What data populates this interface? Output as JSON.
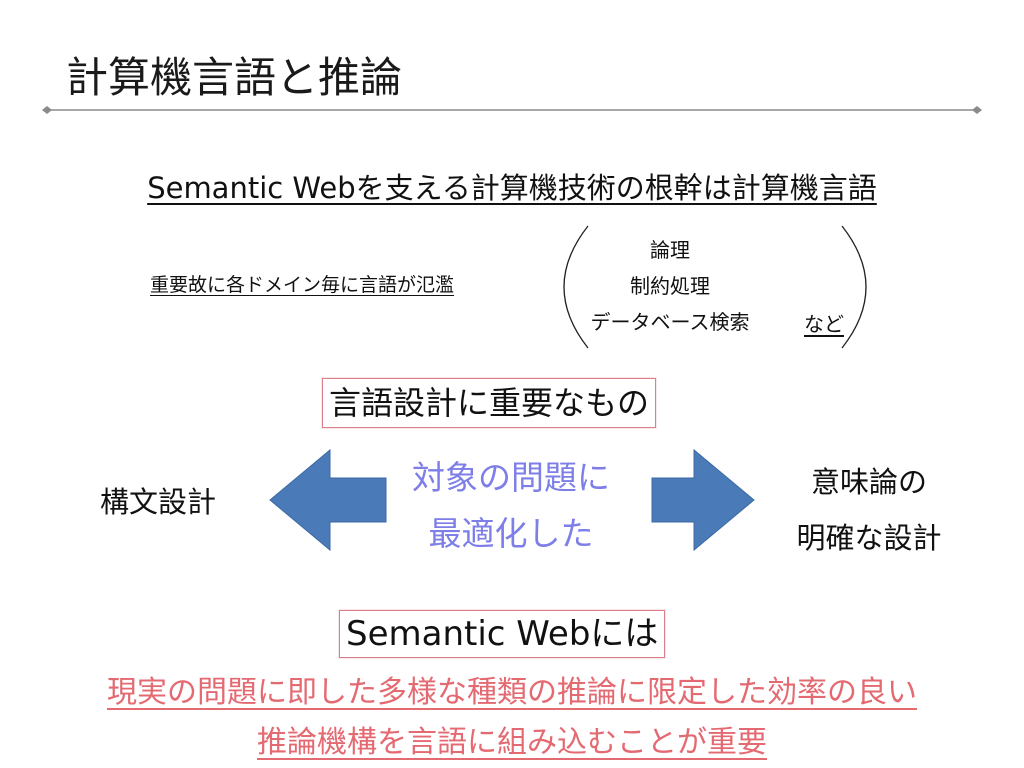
{
  "slide": {
    "title": "計算機言語と推論",
    "lead": "Semantic Webを支える計算機技術の根幹は計算機言語",
    "reason": "重要故に各ドメイン毎に言語が氾濫",
    "examples": [
      "論理",
      "制約処理",
      "データベース検索"
    ],
    "examples_suffix": "など",
    "key_heading": "言語設計に重要なもの",
    "left_topic": "構文設計",
    "center_lines": [
      "対象の問題に",
      "最適化した"
    ],
    "right_lines": [
      "意味論の",
      "明確な設計"
    ],
    "sw_heading": "Semantic Webには",
    "conclusion_lines": [
      "現実の問題に即した多様な種類の推論に限定した効率の良い",
      "推論機構を言語に組み込むことが重要"
    ]
  },
  "colors": {
    "accent_text": "#7d7ee8",
    "conclusion_text": "#e46a72",
    "box_border": "#d9808a",
    "arrow_fill": "#4a7ab8",
    "rule": "#8a8a8a"
  },
  "icons": {
    "left_arrow": "arrow-left-icon",
    "right_arrow": "arrow-right-icon"
  }
}
